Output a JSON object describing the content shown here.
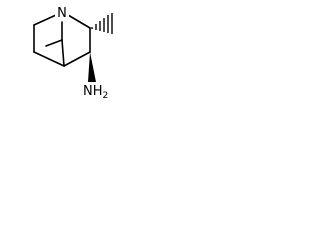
{
  "atoms": {
    "nitrogen": "N",
    "amine": "NH"
  },
  "amine_subscript": "2",
  "colors": {
    "ink": "#000000",
    "background": "#ffffff"
  }
}
